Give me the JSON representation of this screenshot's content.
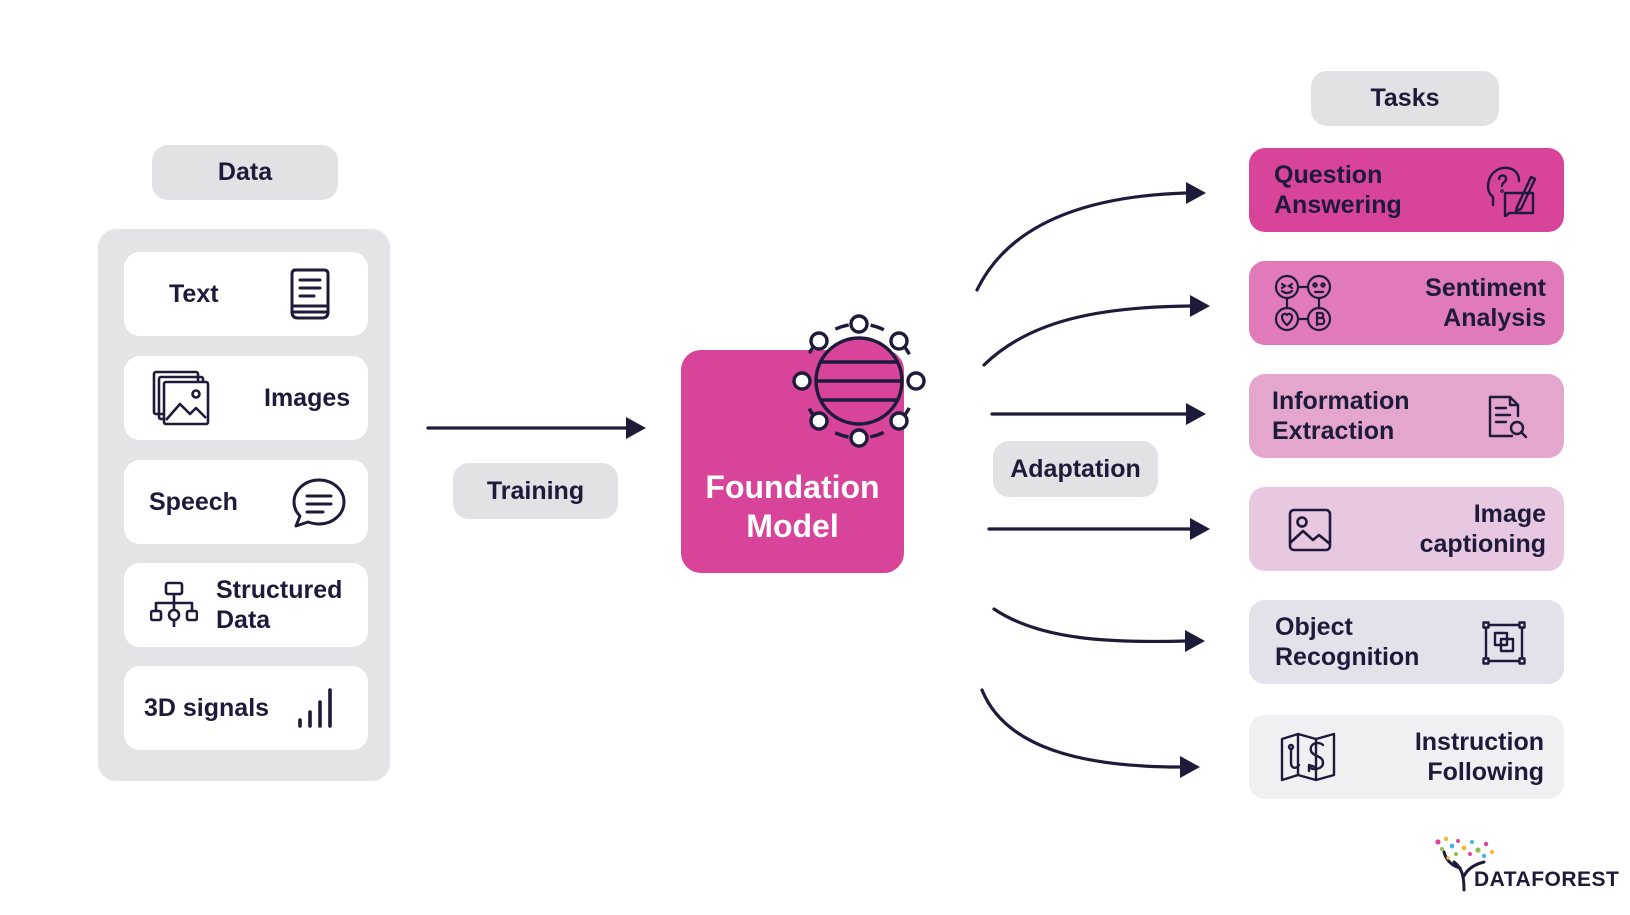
{
  "data_header": "Data",
  "tasks_header": "Tasks",
  "training_label": "Training",
  "adaptation_label": "Adaptation",
  "foundation_model": "Foundation\nModel",
  "data_items": [
    {
      "label": "Text",
      "icon": "document-icon"
    },
    {
      "label": "Images",
      "icon": "images-icon"
    },
    {
      "label": "Speech",
      "icon": "speech-bubble-icon"
    },
    {
      "label": "Structured\nData",
      "icon": "hierarchy-icon"
    },
    {
      "label": "3D signals",
      "icon": "signal-bars-icon"
    }
  ],
  "tasks": [
    {
      "label": "Question\nAnswering",
      "icon": "question-head-icon",
      "color": "#d9449b"
    },
    {
      "label": "Sentiment\nAnalysis",
      "icon": "emotions-icon",
      "color": "#e07ab8"
    },
    {
      "label": "Information\nExtraction",
      "icon": "document-search-icon",
      "color": "#e5a6cd"
    },
    {
      "label": "Image\ncaptioning",
      "icon": "image-icon",
      "color": "#e8c8e0"
    },
    {
      "label": "Object\nRecognition",
      "icon": "object-frame-icon",
      "color": "#e3e1ea"
    },
    {
      "label": "Instruction\nFollowing",
      "icon": "map-icon",
      "color": "#f0f0f3"
    }
  ],
  "logo_text": "DATAFOREST"
}
